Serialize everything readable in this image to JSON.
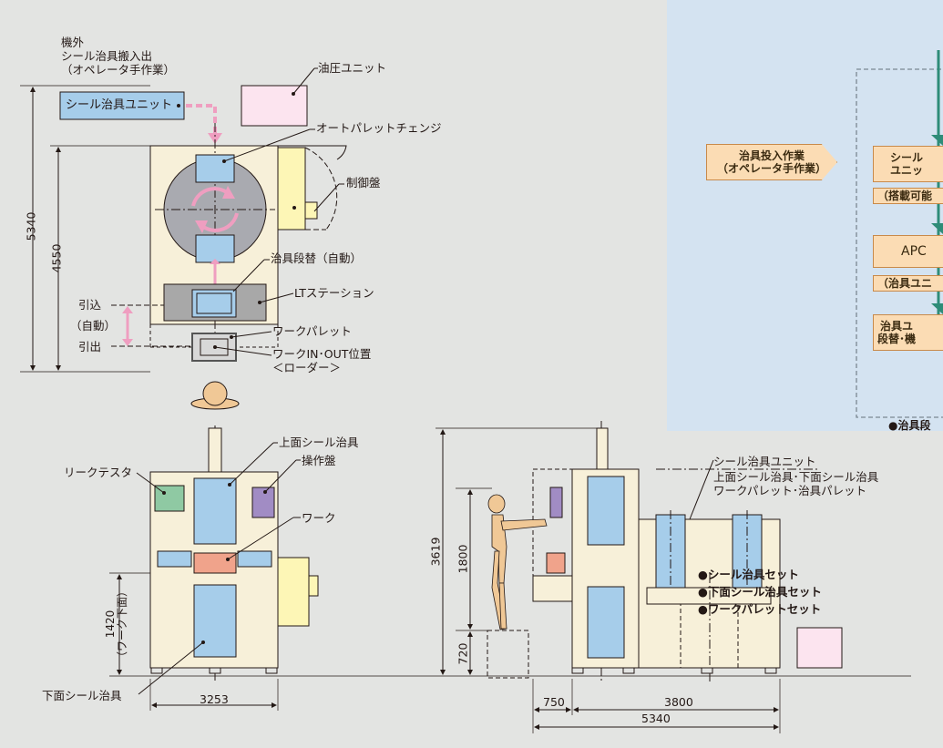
{
  "colors": {
    "background": "#e3e4e2",
    "panel": "#d4e3f1",
    "machine_body": "#f7f0d9",
    "jig_blue": "#a6cdea",
    "pink_arrow": "#ef9ec0",
    "green_arrow": "#2e8c78",
    "hydraulic_unit": "#fce4ef",
    "control_panel": "#fdf6b6",
    "leak_tester": "#8fc9a3",
    "operation_panel": "#a18cc4",
    "work": "#f0a38b",
    "figure": "#f0c896",
    "lt_station": "#a8a8a8"
  },
  "plan_view": {
    "outside_label": "機外\nシール治具搬入出\n（オペレータ手作業）",
    "seal_jig_unit": "シール治具ユニット",
    "hydraulic_unit": "油圧ユニット",
    "auto_pallet_changer": "オートパレットチェンジ",
    "control_panel": "制御盤",
    "jig_stage_change": "治具段替（自動）",
    "lt_station": "LTステーション",
    "pull_in": "引込",
    "auto": "（自動）",
    "pull_out": "引出",
    "work_pallet": "ワークパレット",
    "work_in_out": "ワークIN･OUT位置\n＜ローダー＞",
    "dim_total": "5340",
    "dim_body": "4550"
  },
  "front_view": {
    "upper_seal_jig": "上面シール治具",
    "leak_tester": "リークテスタ",
    "operation_panel": "操作盤",
    "work": "ワーク",
    "lower_seal_jig": "下面シール治具",
    "dim_height": "1420\n（ワーク下面）",
    "dim_width": "3253"
  },
  "side_view": {
    "seal_jig_unit_title": "シール治具ユニット",
    "seal_jig_unit_items": "上面シール治具･下面シール治具\nワークパレット･治具パレット",
    "dim_total_height": "3619",
    "dim_operator": "1800",
    "dim_platform": "720",
    "dim_750": "750",
    "dim_3800": "3800",
    "dim_5340": "5340"
  },
  "flow_panel": {
    "jig_input": "治具投入作業\n（オペレータ手作業）",
    "seal_unit": "シール\nユニッ",
    "loadable": "（搭載可能",
    "apc": "APC",
    "jig_unit_note": "（治具ユニ",
    "jig_stage": "治具ユ\n段替･機",
    "bullet_1": "●シール治具セット",
    "bullet_2": "●下面シール治具セット",
    "bullet_3": "●ワークパレットセット",
    "footer": "●治具段"
  }
}
